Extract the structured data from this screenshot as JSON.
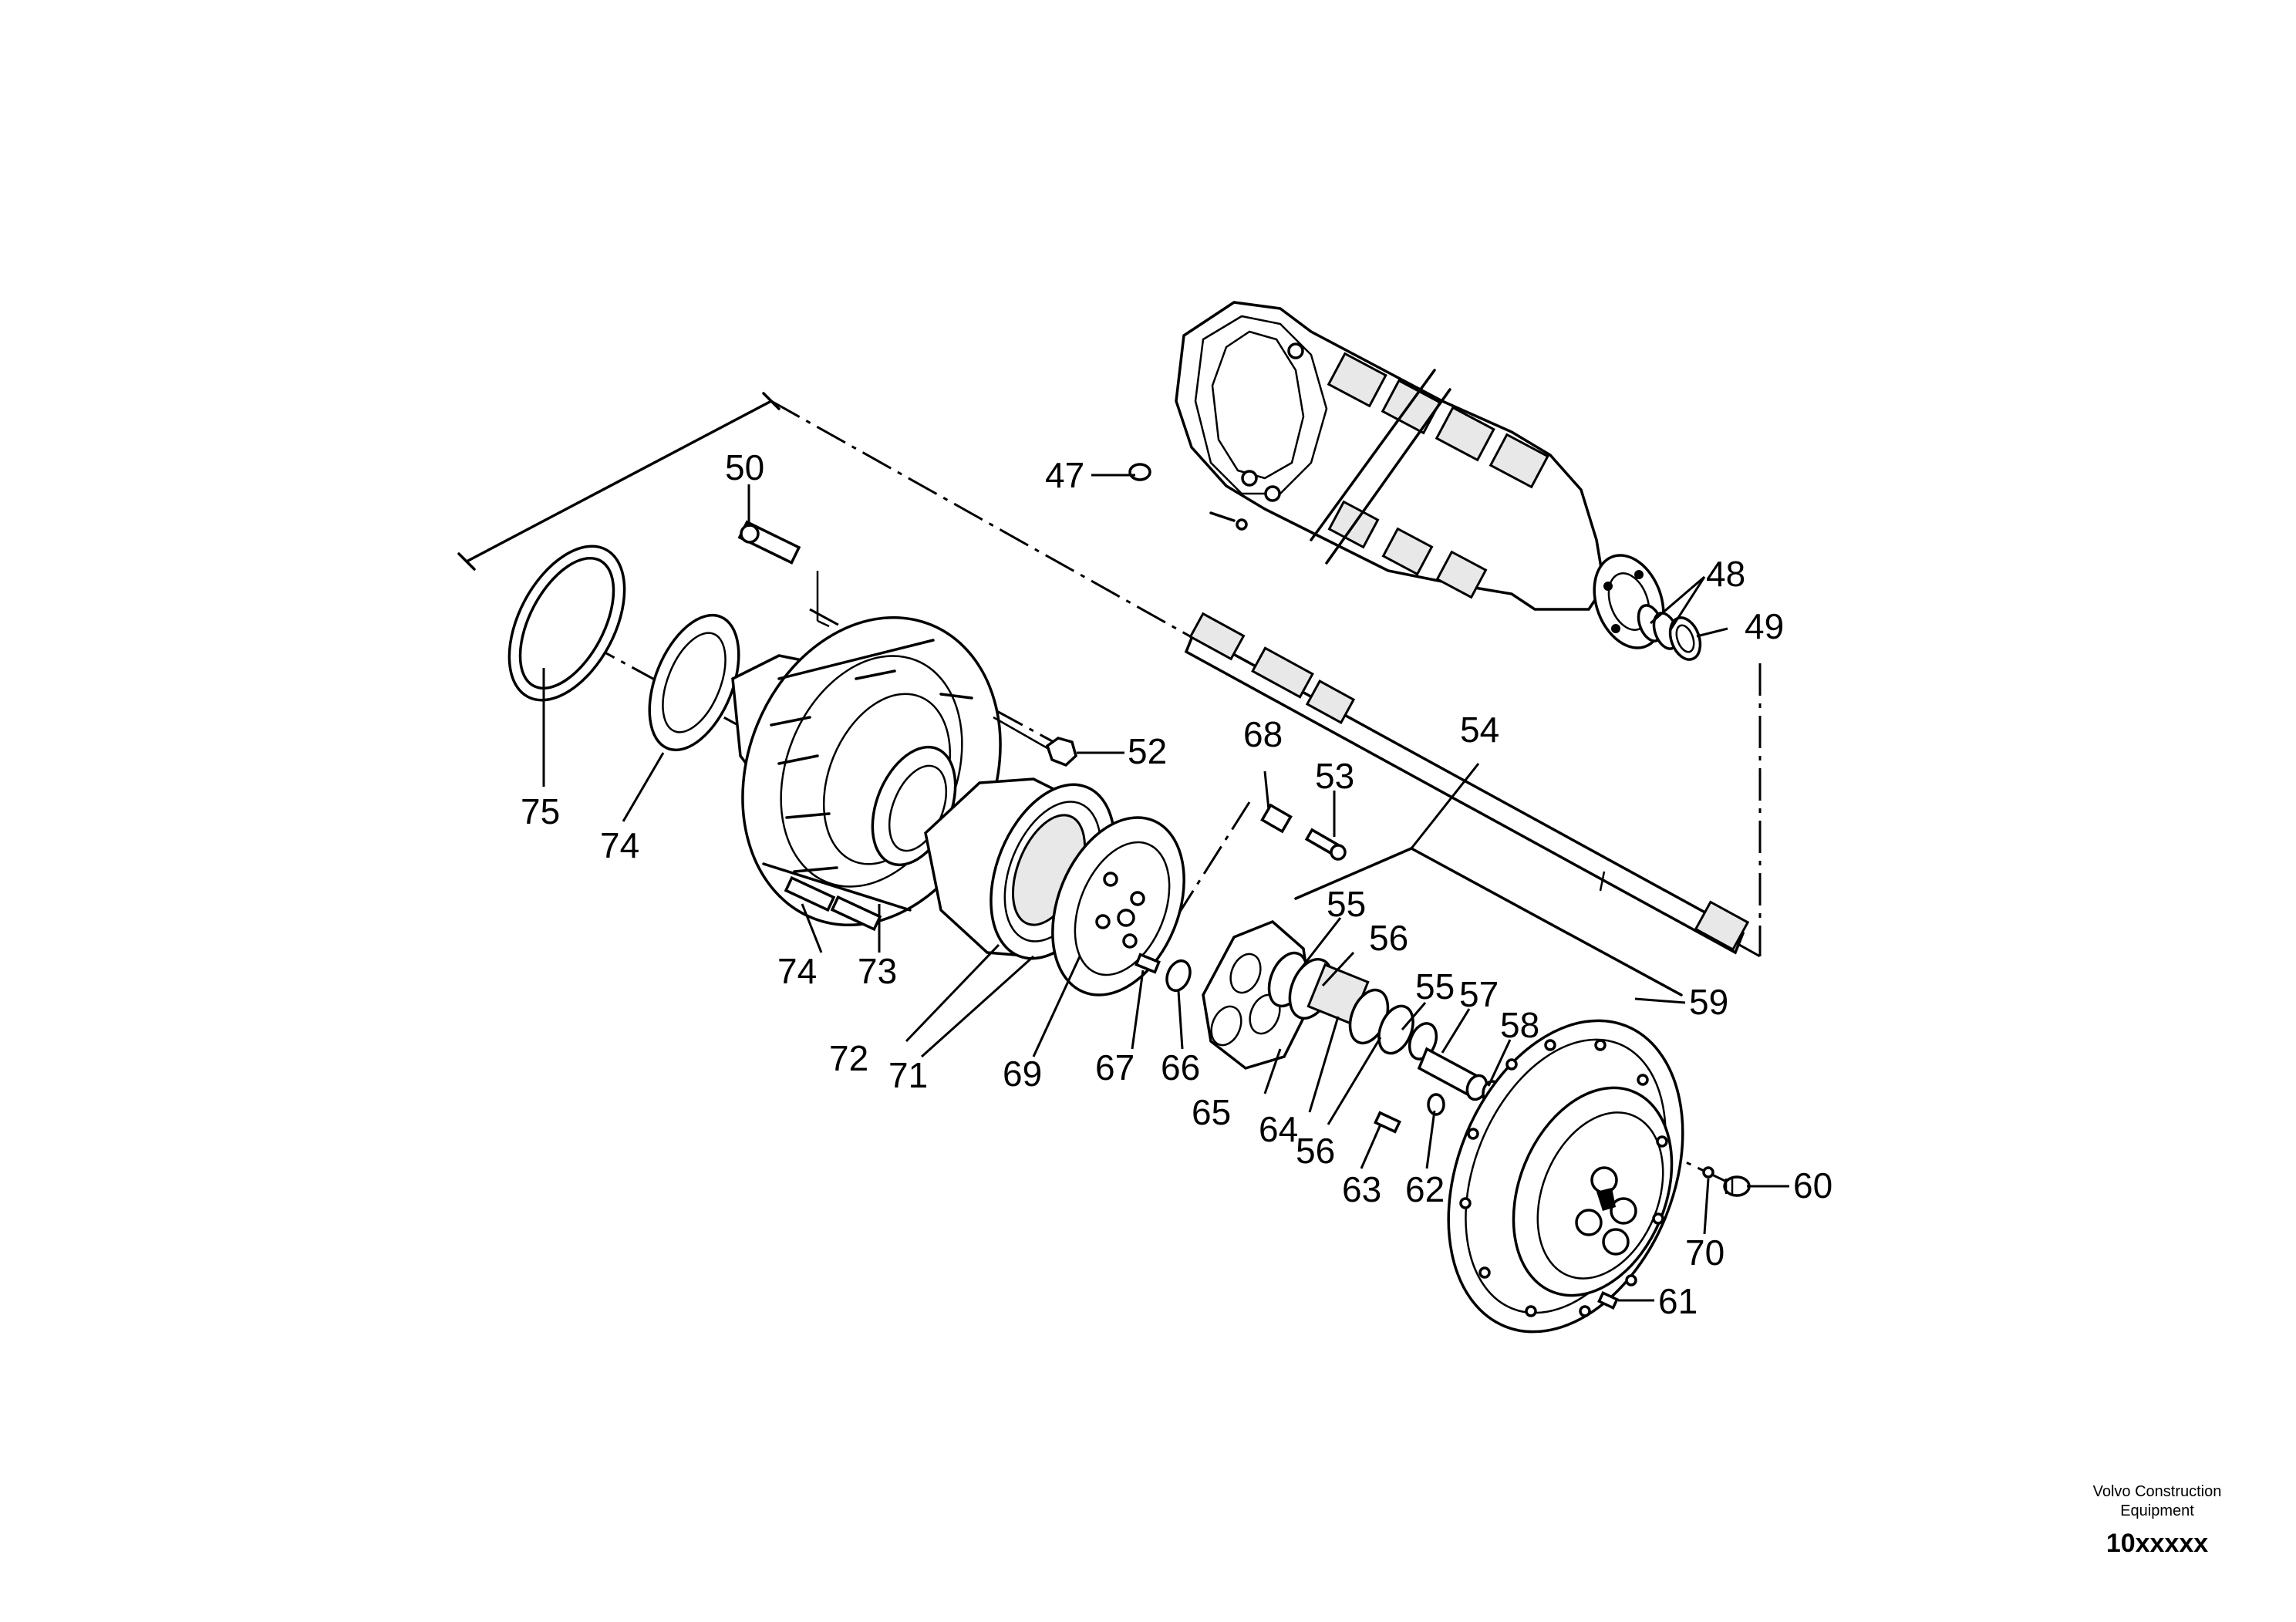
{
  "callouts": {
    "c47": "47",
    "c48": "48",
    "c49": "49",
    "c50": "50",
    "c52": "52",
    "c53": "53",
    "c54": "54",
    "c55a": "55",
    "c55b": "55",
    "c56a": "56",
    "c56b": "56",
    "c57": "57",
    "c58": "58",
    "c59": "59",
    "c60": "60",
    "c61": "61",
    "c62": "62",
    "c63": "63",
    "c64": "64",
    "c65": "65",
    "c66": "66",
    "c67": "67",
    "c68": "68",
    "c69": "69",
    "c70": "70",
    "c71": "71",
    "c72": "72",
    "c73": "73",
    "c74a": "74",
    "c74b": "74",
    "c75": "75"
  },
  "footer": {
    "brand_line1": "Volvo Construction",
    "brand_line2": "Equipment",
    "doc_number": "10xxxxx"
  }
}
